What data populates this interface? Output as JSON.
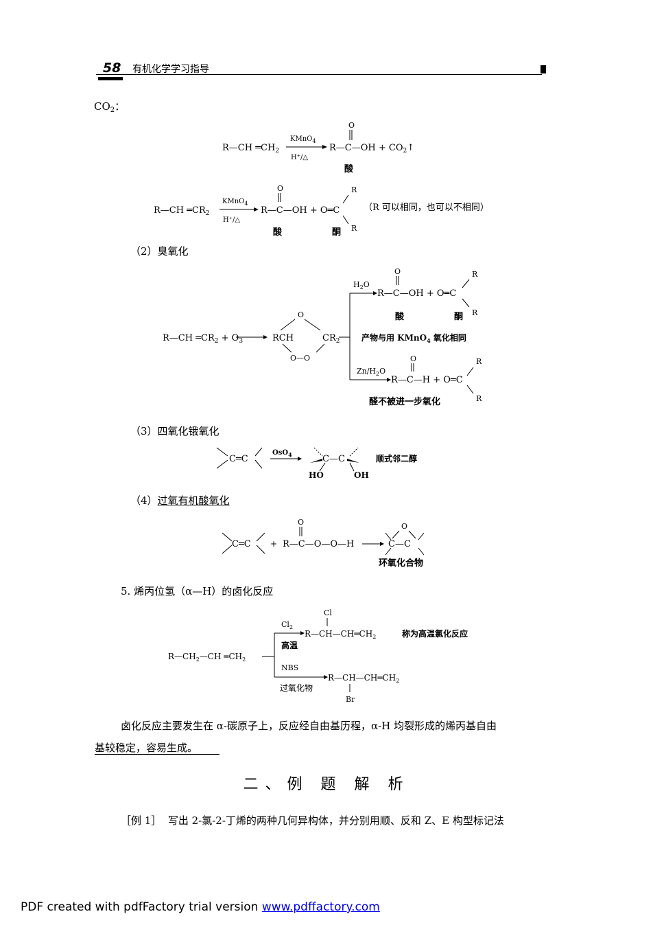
{
  "header": {
    "page_number": "58",
    "book_title": "有机化学学习指导"
  },
  "co2_label": "CO",
  "co2_suffix": "：",
  "eq1": {
    "reactant": "R—CH ═CH",
    "reagent_top": "KMnO",
    "reagent_bottom": "H⁺/△",
    "product": "R—C—OH + CO",
    "gas": "↑",
    "o_label": "O",
    "product_name": "酸"
  },
  "eq2": {
    "reactant": "R—CH ═CR",
    "reagent_top": "KMnO",
    "reagent_bottom": "H⁺/△",
    "product": "R—C—OH + O═C",
    "o_label": "O",
    "r_label": "R",
    "note": "（R 可以相同，也可以不相同）",
    "acid_name": "酸",
    "ketone_name": "酮"
  },
  "s2": {
    "heading": "（2）臭氧化",
    "reactant": "R—CH ═CR",
    "plus_o3": "+ O",
    "ozonide_left": "RCH",
    "ozonide_right": "CR",
    "o_label": "O",
    "oo_label": "O—O",
    "branch1_reagent": "H",
    "branch1_reagent_tail": "O",
    "branch1_product": "R—C—OH + O═C",
    "branch1_acid": "酸",
    "branch1_ketone": "酮",
    "branch_middle_text": "产物与用 KMnO",
    "branch_middle_tail": "氧化相同",
    "branch2_reagent": "Zn/H",
    "branch2_reagent_tail": "O",
    "branch2_product": "R—C—H + O═C",
    "branch2_note": "醛不被进一步氧化",
    "r_label": "R"
  },
  "s3": {
    "heading": "（3）四氧化锇氧化",
    "reactant": "C═C",
    "reagent": "OsO",
    "product": "C—C",
    "ho": "HO",
    "oh": "OH",
    "note": "顺式邻二醇"
  },
  "s4": {
    "heading_prefix": "（4）",
    "heading_main": "过氧有机酸氧化",
    "reactant": "C═C",
    "plus": "+",
    "peracid": "R—C—O—O—H",
    "o_label": "O",
    "product": "C—C",
    "product_name": "环氧化合物"
  },
  "s5": {
    "heading": "5. 烯丙位氢（α—H）的卤化反应",
    "reactant": "R—CH",
    "reactant_tail": "—CH ═CH",
    "branch1_reagent": "Cl",
    "branch1_cond": "高温",
    "branch1_product": "R—CH—CH═CH",
    "branch1_sub_atom": "Cl",
    "branch1_note": "称为高温氯化反应",
    "branch2_reagent": "NBS",
    "branch2_cond": "过氧化物",
    "branch2_product": "R—CH—CH═CH",
    "branch2_sub_atom": "Br"
  },
  "paragraph": {
    "line1": "卤化反应主要发生在 α-碳原子上，反应经自由基历程，α-H 均裂形成的烯丙基自由",
    "line2": "基较稳定，容易生成。"
  },
  "section_title": "二、例 题 解 析",
  "example": {
    "label": "［例 1］",
    "text": "写出 2-氯-2-丁烯的两种几何异构体，并分别用顺、反和 Z、E 构型标记法"
  },
  "footer": {
    "prefix": "PDF created with pdfFactory trial version ",
    "link": "www.pdffactory.com"
  }
}
